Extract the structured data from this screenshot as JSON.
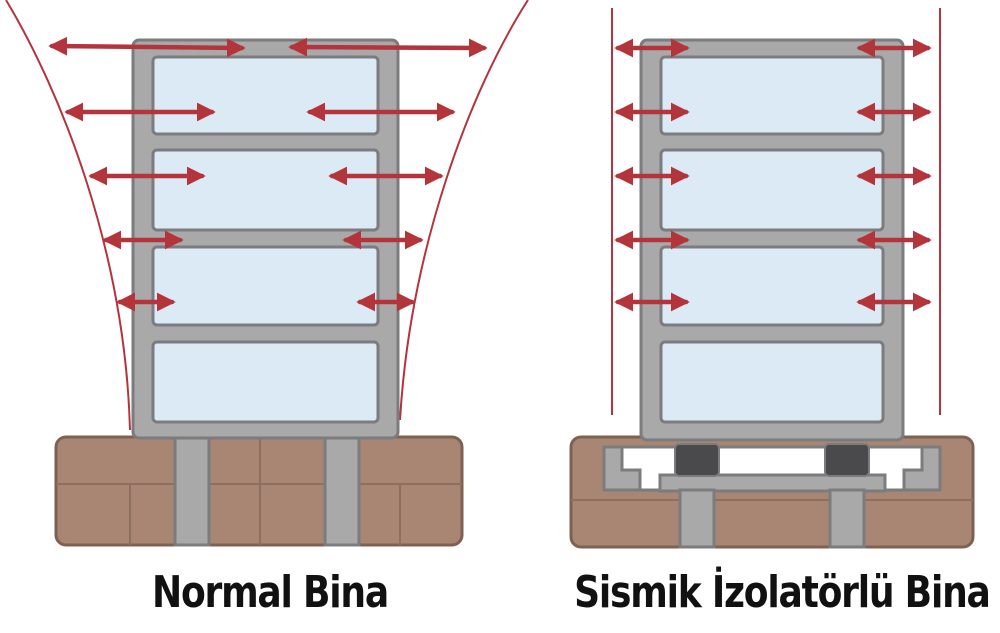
{
  "captions": {
    "normal": "Normal Bina",
    "isolated": "Sismik İzolatörlü Bina"
  },
  "colors": {
    "frame": "#a9a9aa",
    "frame_stroke": "#7c7c7e",
    "glass": "#dbeaf5",
    "foundation": "#a98674",
    "foundation_stroke": "#7d6152",
    "arrow": "#b3343b",
    "sway_line": "#b3343b",
    "isolator": "#4a4a4c"
  },
  "icons": {
    "arrow": "double-headed-arrow",
    "isolator": "seismic-isolator-bearing"
  }
}
